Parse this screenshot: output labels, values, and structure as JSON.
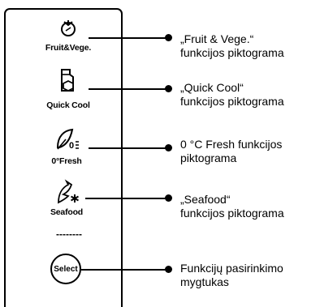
{
  "icons": [
    {
      "name": "fruit-vege",
      "label": "Fruit&Vege.",
      "icon": "fruit-icon",
      "description_text": [
        "„Fruit & Vege.“",
        "funkcijos piktograma"
      ]
    },
    {
      "name": "quick-cool",
      "label": "Quick Cool",
      "icon": "bottle-icon",
      "description_text": [
        "„Quick Cool“",
        "funkcijos piktograma"
      ]
    },
    {
      "name": "fresh",
      "label": "0°Fresh",
      "icon": "leaf-icon",
      "description_text": [
        "0 °C Fresh funkcijos",
        "piktograma"
      ]
    },
    {
      "name": "seafood",
      "label": "Seafood",
      "icon": "fish-icon",
      "description_text": [
        "„Seafood“",
        "funkcijos piktograma"
      ]
    }
  ],
  "separator": "--------",
  "select_button": {
    "label": "Select",
    "description_text": [
      "Funkcijų pasirinkimo",
      "mygtukas"
    ]
  },
  "colors": {
    "line": "#000000",
    "background": "#ffffff"
  }
}
